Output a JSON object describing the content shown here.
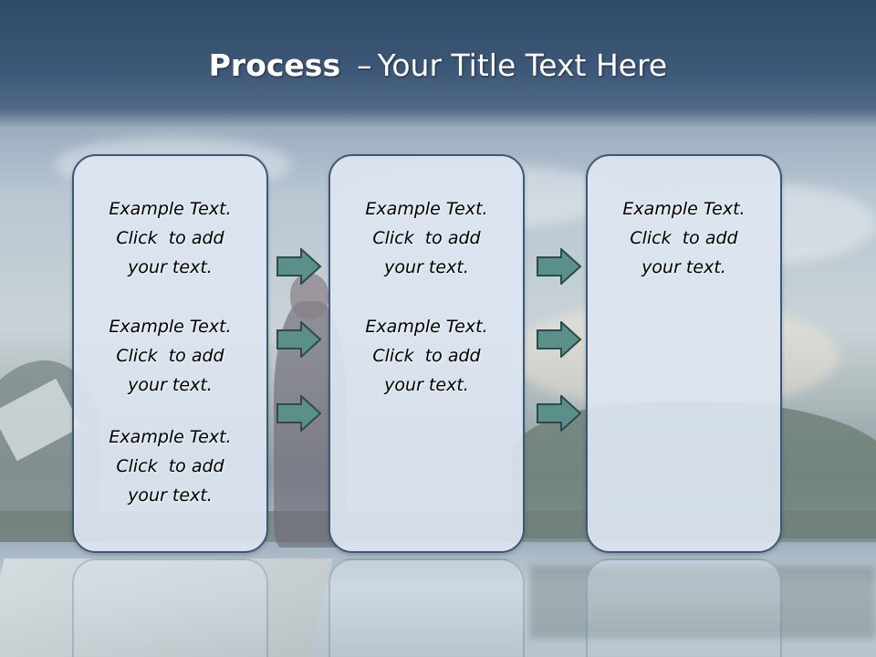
{
  "slide": {
    "title_bold": "Process",
    "title_separator": "–",
    "title_rest": "Your Title Text Here"
  },
  "columns": [
    {
      "items": [
        {
          "line1": "Example Text.",
          "line2": "Click  to add",
          "line3": "your text."
        },
        {
          "line1": "Example Text.",
          "line2": "Click  to add",
          "line3": "your text."
        },
        {
          "line1": "Example Text.",
          "line2": "Click  to add",
          "line3": "your text."
        }
      ]
    },
    {
      "items": [
        {
          "line1": "Example Text.",
          "line2": "Click  to add",
          "line3": "your text."
        },
        {
          "line1": "Example Text.",
          "line2": "Click  to add",
          "line3": "your text."
        }
      ]
    },
    {
      "items": [
        {
          "line1": "Example Text.",
          "line2": "Click  to add",
          "line3": "your text."
        }
      ]
    }
  ],
  "colors": {
    "title_band": "#2f4a66",
    "box_fill": "#dce5f0",
    "box_border": "#3b5878",
    "arrow_fill": "#5b8f8a",
    "arrow_stroke": "#2f4a4a"
  },
  "icons": {
    "connector": "right-arrow-icon"
  }
}
